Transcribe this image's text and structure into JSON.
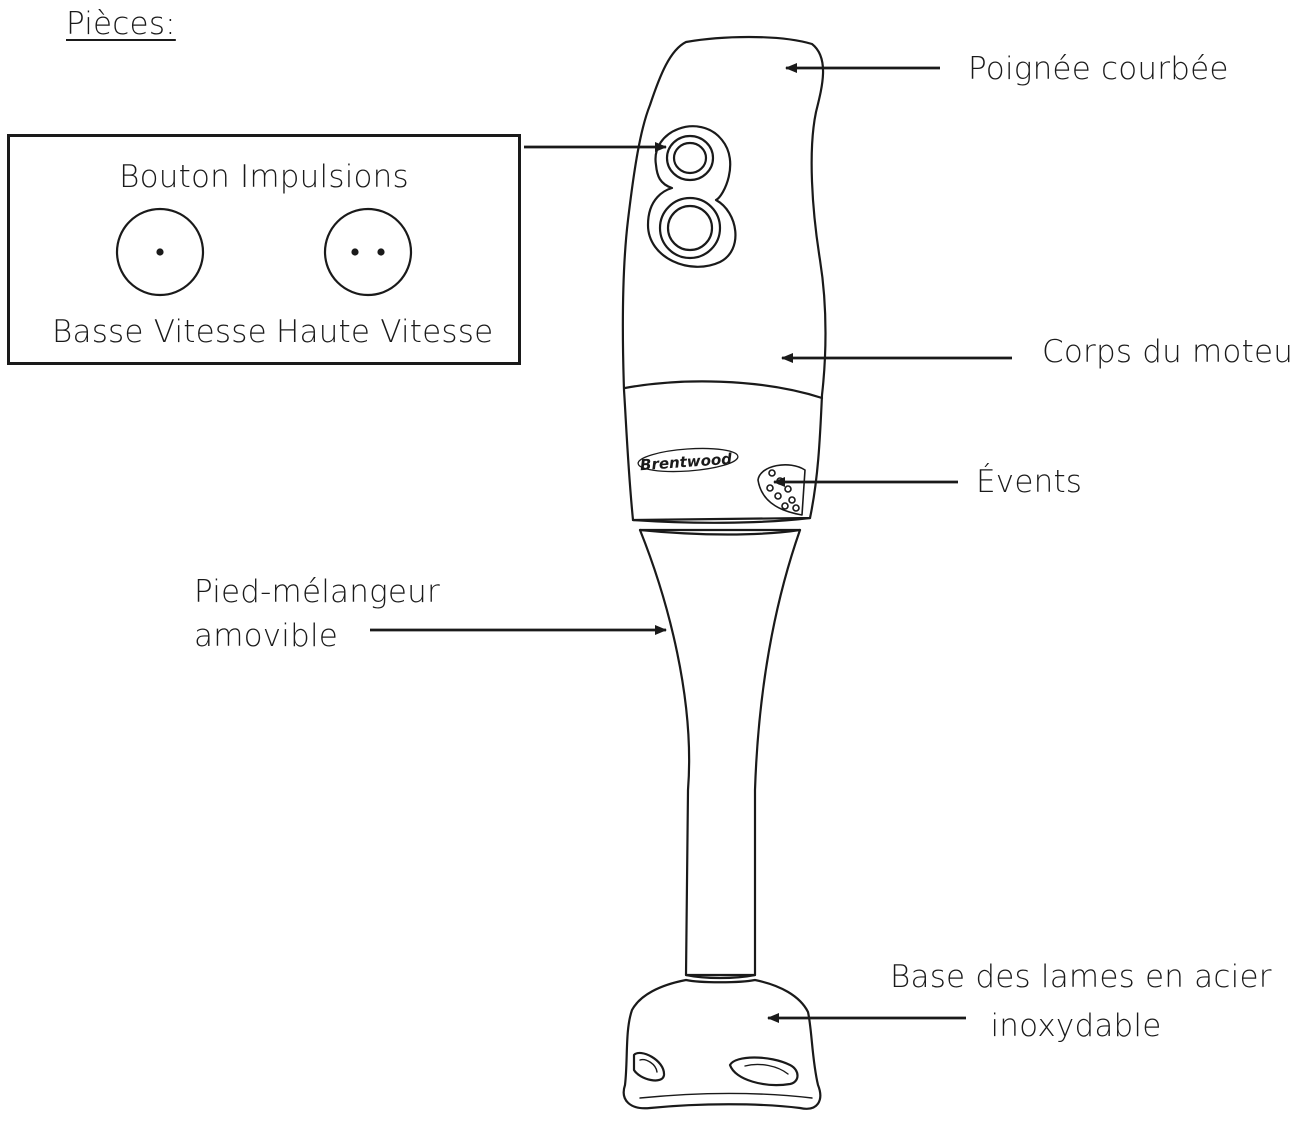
{
  "title": "Pièces:",
  "pulse_box": {
    "heading": "Bouton Impulsions",
    "low_speed": "Basse Vitesse",
    "high_speed": "Haute Vitesse"
  },
  "labels": {
    "handle": "Poignée courbée",
    "motor_body": "Corps du moteur",
    "vents": "Évents",
    "shaft_line1": "Pied-mélangeur",
    "shaft_line2": "amovible",
    "blade_line1": "Base des lames en acier",
    "blade_line2": "inoxydable"
  },
  "brand": "Brentwood",
  "colors": {
    "ink": "#1a1a1a",
    "background": "#ffffff"
  }
}
